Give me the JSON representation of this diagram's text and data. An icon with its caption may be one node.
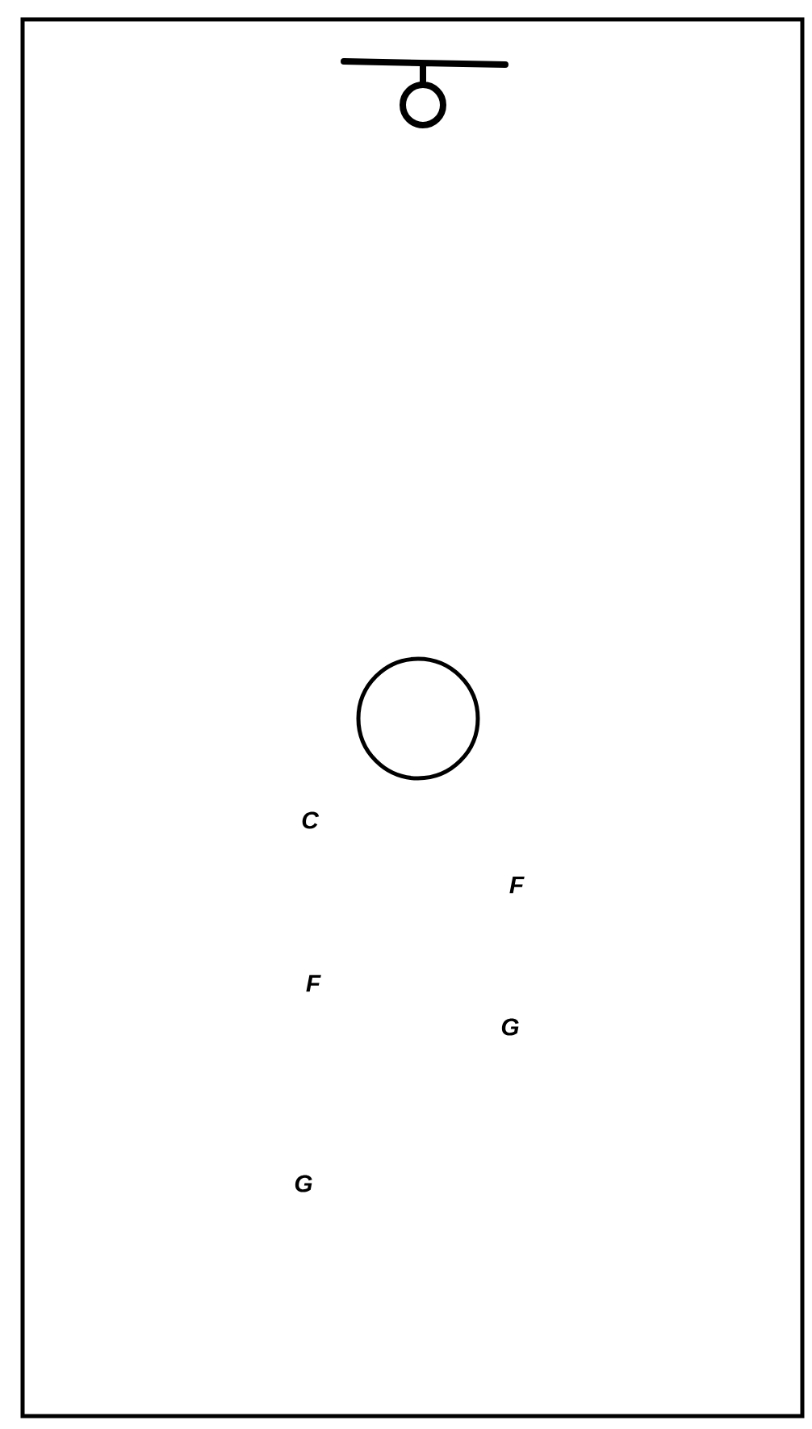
{
  "diagram": {
    "nodes": [
      {
        "text": [],
        "shape": "circle"
      }
    ],
    "labels": [
      "C",
      "F",
      "F",
      "G",
      "G"
    ]
  }
}
